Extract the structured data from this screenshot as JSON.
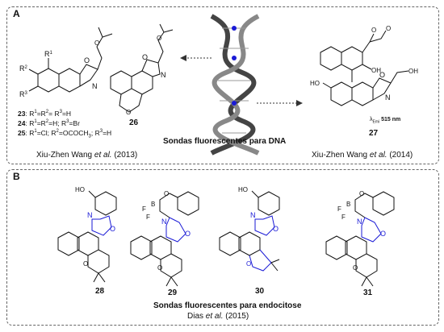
{
  "panel_a": {
    "letter": "A",
    "caption": "Sondas fluorescentes para DNA",
    "cite_left_pre": "Xiu-Zhen Wang ",
    "cite_left_etal": "et al.",
    "cite_left_year": " (2013)",
    "cite_right_pre": "Xiu-Zhen Wang ",
    "cite_right_etal": "et al.",
    "cite_right_year": " (2014)",
    "subs_23": "23: R1=R2= R3=H",
    "subs_24": "24: R1=R2=H; R3=Br",
    "subs_25": "25: R1=Cl; R2=OCOCH3; R3=H",
    "labels": [
      "23",
      "24",
      "25"
    ],
    "compound_26": "26",
    "compound_27": "27",
    "emission": "λEmi 515 nm"
  },
  "panel_b": {
    "letter": "B",
    "caption": "Sondas fluorescentes para endocitose",
    "cite_pre": "Dias ",
    "cite_etal": "et al.",
    "cite_year": " (2015)",
    "compounds": [
      "28",
      "29",
      "30",
      "31"
    ]
  },
  "colors": {
    "ring_highlight": "#1a1ad6",
    "bond": "#111111",
    "border": "#666666"
  }
}
